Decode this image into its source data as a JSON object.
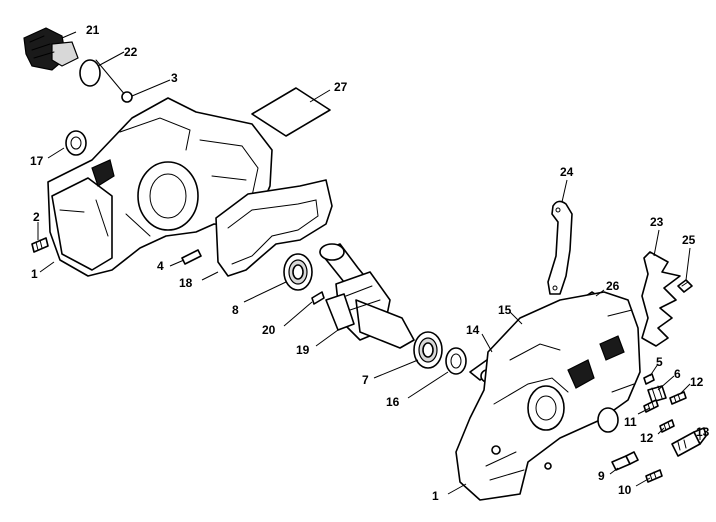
{
  "callouts": [
    {
      "id": "c21",
      "label": "21"
    },
    {
      "id": "c22",
      "label": "22"
    },
    {
      "id": "c3",
      "label": "3"
    },
    {
      "id": "c27",
      "label": "27"
    },
    {
      "id": "c17",
      "label": "17"
    },
    {
      "id": "c2",
      "label": "2"
    },
    {
      "id": "c1a",
      "label": "1"
    },
    {
      "id": "c4",
      "label": "4"
    },
    {
      "id": "c18",
      "label": "18"
    },
    {
      "id": "c8",
      "label": "8"
    },
    {
      "id": "c20",
      "label": "20"
    },
    {
      "id": "c19",
      "label": "19"
    },
    {
      "id": "c7",
      "label": "7"
    },
    {
      "id": "c16",
      "label": "16"
    },
    {
      "id": "c14",
      "label": "14"
    },
    {
      "id": "c15",
      "label": "15"
    },
    {
      "id": "c24",
      "label": "24"
    },
    {
      "id": "c26",
      "label": "26"
    },
    {
      "id": "c23",
      "label": "23"
    },
    {
      "id": "c25",
      "label": "25"
    },
    {
      "id": "c5",
      "label": "5"
    },
    {
      "id": "c6",
      "label": "6"
    },
    {
      "id": "c12a",
      "label": "12"
    },
    {
      "id": "c11",
      "label": "11"
    },
    {
      "id": "c12b",
      "label": "12"
    },
    {
      "id": "c13",
      "label": "13"
    },
    {
      "id": "c9",
      "label": "9"
    },
    {
      "id": "c10",
      "label": "10"
    },
    {
      "id": "c1b",
      "label": "1"
    }
  ]
}
